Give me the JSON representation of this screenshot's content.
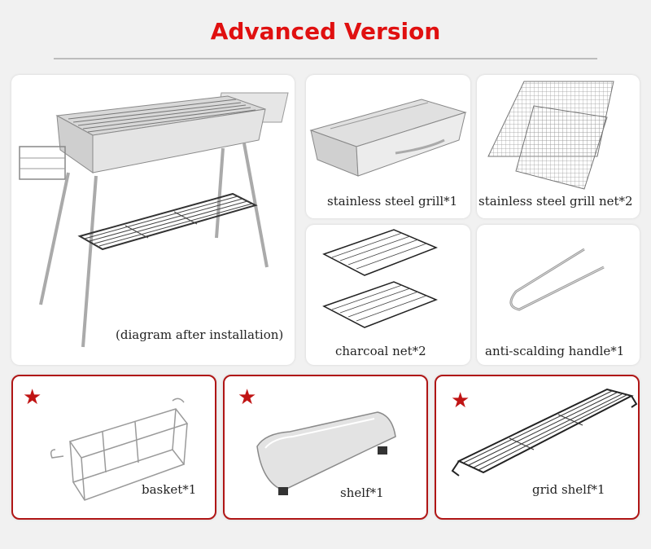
{
  "header": {
    "title": "Advanced Version"
  },
  "items": {
    "main": {
      "caption": "(diagram after installation)"
    },
    "grill": {
      "caption": "stainless steel grill*1"
    },
    "grill_net": {
      "caption": "stainless steel grill net*2"
    },
    "charcoal_net": {
      "caption": "charcoal net*2"
    },
    "handle": {
      "caption": "anti-scalding handle*1"
    },
    "basket": {
      "caption": "basket*1"
    },
    "shelf": {
      "caption": "shelf*1"
    },
    "grid_shelf": {
      "caption": "grid shelf*1"
    }
  },
  "colors": {
    "title": "#e01010",
    "accent_border": "#b01616",
    "star": "#c01414"
  },
  "icons": {
    "bonus_marker": "star-icon"
  }
}
